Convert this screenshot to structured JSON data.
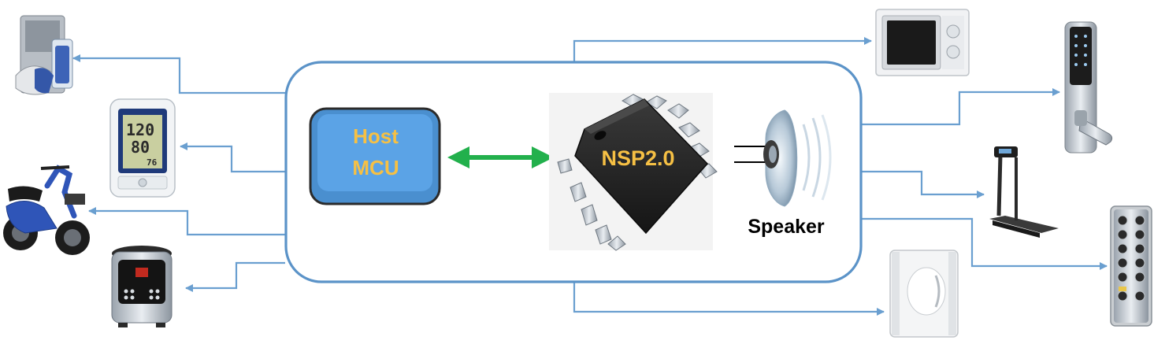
{
  "host": {
    "line1": "Host",
    "line2": "MCU"
  },
  "chip": {
    "label": "NSP2.0"
  },
  "speaker": {
    "label": "Speaker"
  },
  "colors": {
    "connector": "#6a9fd0",
    "frame": "#5b93c8",
    "host_fill": "#5ba3e6",
    "host_border": "#2b2b2b",
    "host_text": "#f6c044",
    "chip_text": "#f6c044",
    "bus_arrow": "#22b04c"
  },
  "devices": {
    "left": [
      "water-dispenser-icon",
      "blood-pressure-monitor-icon",
      "electric-scooter-icon",
      "rice-cooker-icon"
    ],
    "right": [
      "microwave-icon",
      "smart-door-lock-icon",
      "treadmill-icon",
      "window-cleaning-robot-icon",
      "elevator-panel-icon"
    ]
  }
}
